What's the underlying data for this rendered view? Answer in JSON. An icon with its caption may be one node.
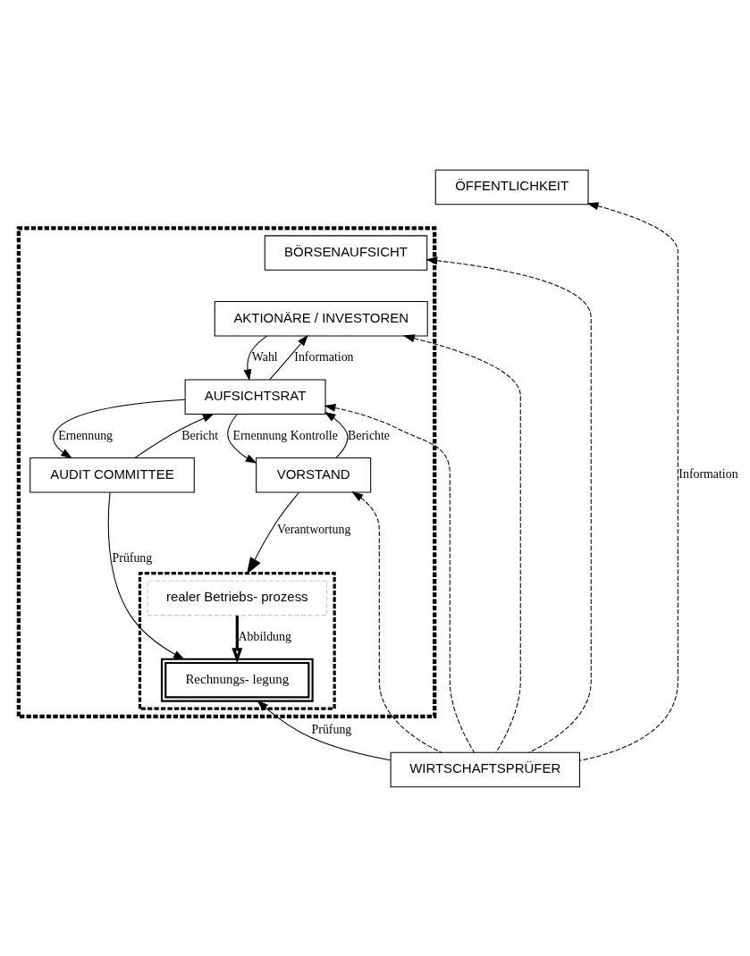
{
  "diagram": {
    "nodes": [
      {
        "text": [
          "ÖFFENTLICHKEIT"
        ]
      },
      {
        "text": [],
        "shape": "box"
      },
      {
        "text": [
          "BÖRSENAUFSICHT"
        ],
        "in": 1
      },
      {
        "text": [
          "AKTIONÄRE / INVESTOREN"
        ],
        "in": 1
      },
      {
        "text": [
          "AUFSICHTSRAT"
        ],
        "in": 1
      },
      {
        "text": [
          "AUDIT COMMITTEE"
        ],
        "in": 1
      },
      {
        "text": [
          "VORSTAND"
        ],
        "in": 1
      },
      {
        "text": [],
        "shape": "box",
        "in": 1
      },
      {
        "text": [
          "realer Betriebs- prozess"
        ],
        "in": 7
      },
      {
        "text": [
          "Rechnungs- legung"
        ],
        "in": 7
      },
      {
        "text": [
          "WIRTSCHAFTSPRÜFER"
        ]
      }
    ],
    "edges": [
      {
        "from": 3,
        "to": 4,
        "arrow": "to",
        "label": "Wahl"
      },
      {
        "from": 4,
        "to": 3,
        "arrow": "to",
        "label": "Information"
      },
      {
        "from": 4,
        "to": 6,
        "arrow": "to",
        "label": "Ernennung Kontrolle"
      },
      {
        "from": 6,
        "to": 4,
        "arrow": "to",
        "label": "Berichte"
      },
      {
        "from": 4,
        "to": 5,
        "arrow": "to",
        "label": "Ernennung"
      },
      {
        "from": 5,
        "to": 4,
        "arrow": "to",
        "label": "Bericht"
      },
      {
        "from": 6,
        "to": 7,
        "arrow": "to",
        "label": "Verantwortung"
      },
      {
        "from": 5,
        "to": 9,
        "arrow": "to",
        "label": "Prüfung"
      },
      {
        "from": 8,
        "to": 9,
        "arrow": "to",
        "label": "Abbildung",
        "style": "thick"
      },
      {
        "from": 10,
        "to": 9,
        "arrow": "to",
        "label": "Prüfung"
      },
      {
        "from": 10,
        "to": 0,
        "arrow": "to",
        "label": "Information",
        "style": "dashed"
      },
      {
        "from": 10,
        "to": 2,
        "arrow": "to",
        "style": "dashed"
      },
      {
        "from": 10,
        "to": 3,
        "arrow": "to",
        "style": "dashed"
      },
      {
        "from": 10,
        "to": 4,
        "arrow": "to",
        "style": "dashed"
      },
      {
        "from": 10,
        "to": 6,
        "arrow": "to",
        "style": "dashed"
      }
    ]
  }
}
